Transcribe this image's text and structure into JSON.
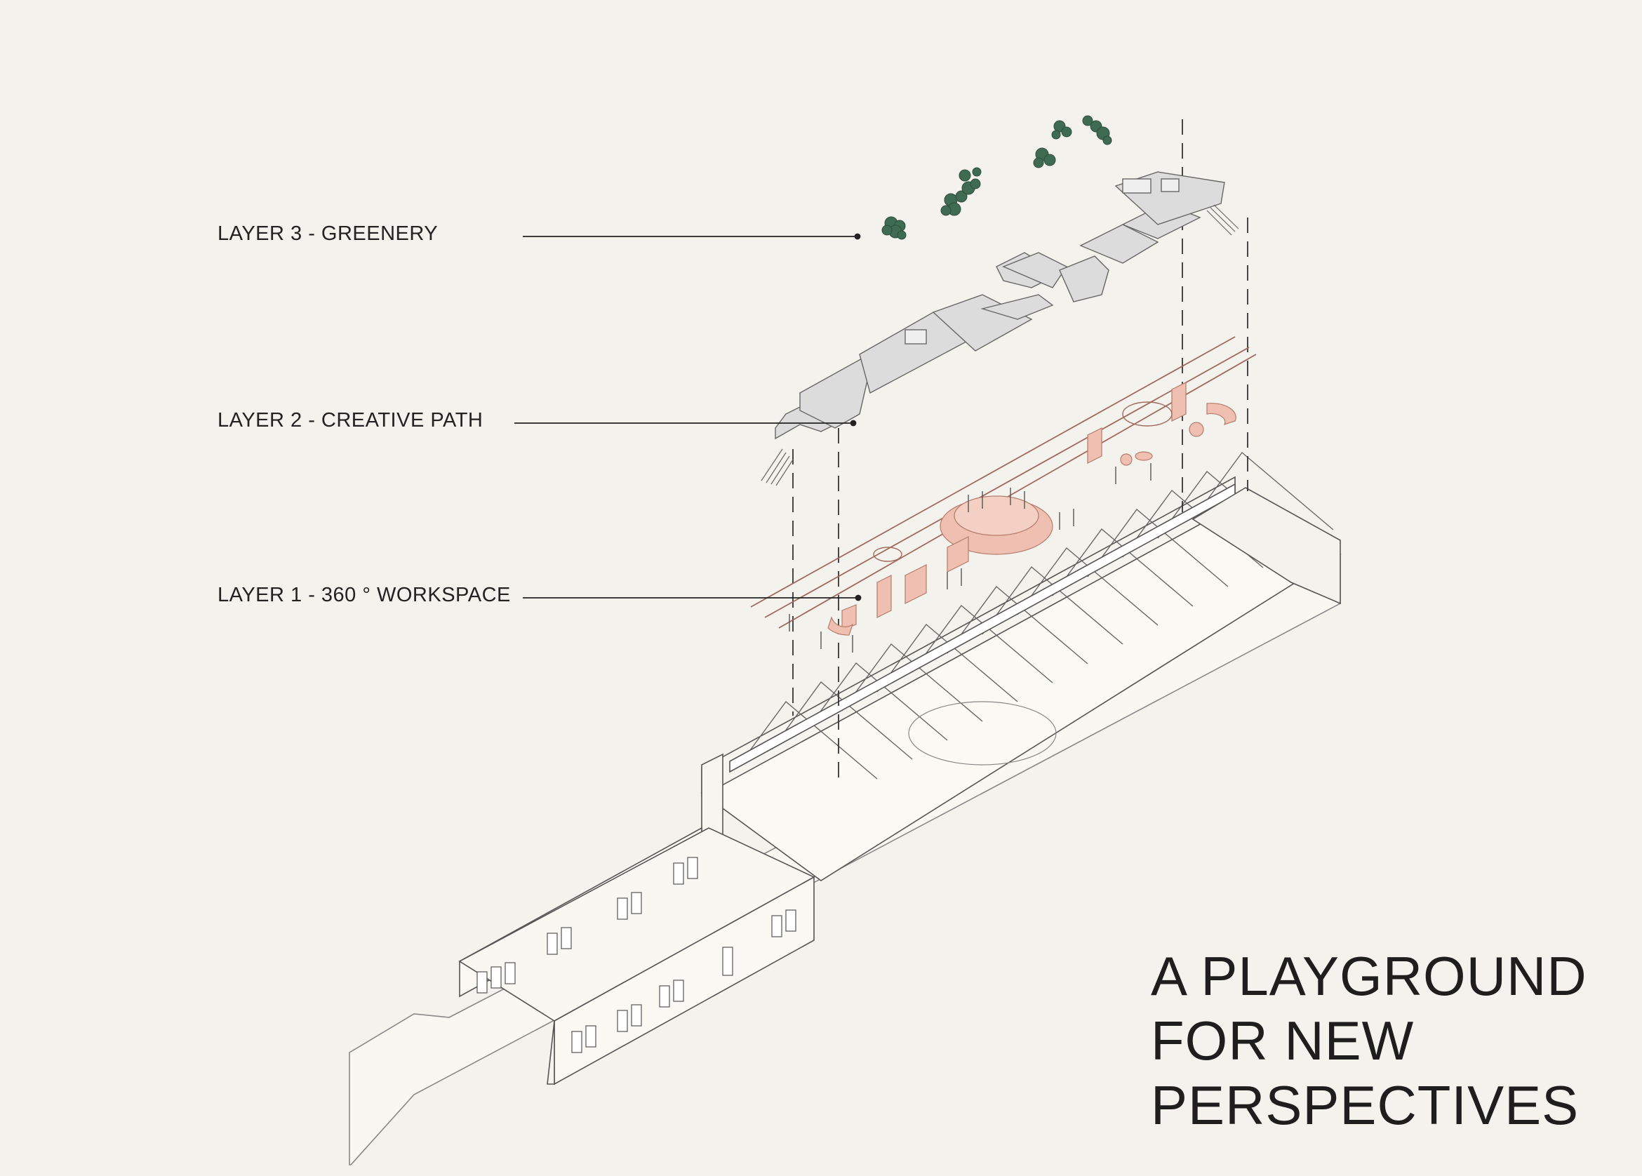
{
  "labels": {
    "layer3": "LAYER 3 - GREENERY",
    "layer2": "LAYER 2 - CREATIVE PATH",
    "layer1": "LAYER 1 - 360 ° WORKSPACE"
  },
  "title": {
    "line1": "A PLAYGROUND",
    "line2": "FOR NEW",
    "line3": "PERSPECTIVES"
  },
  "colors": {
    "background": "#f4f2ed",
    "greenery": "#3f6b52",
    "creative_path": "#efbfb1",
    "creative_path_line": "#a06a5c",
    "path_deck": "#dcdcdc",
    "building_fill": "#faf8f2",
    "linework": "#555555"
  }
}
